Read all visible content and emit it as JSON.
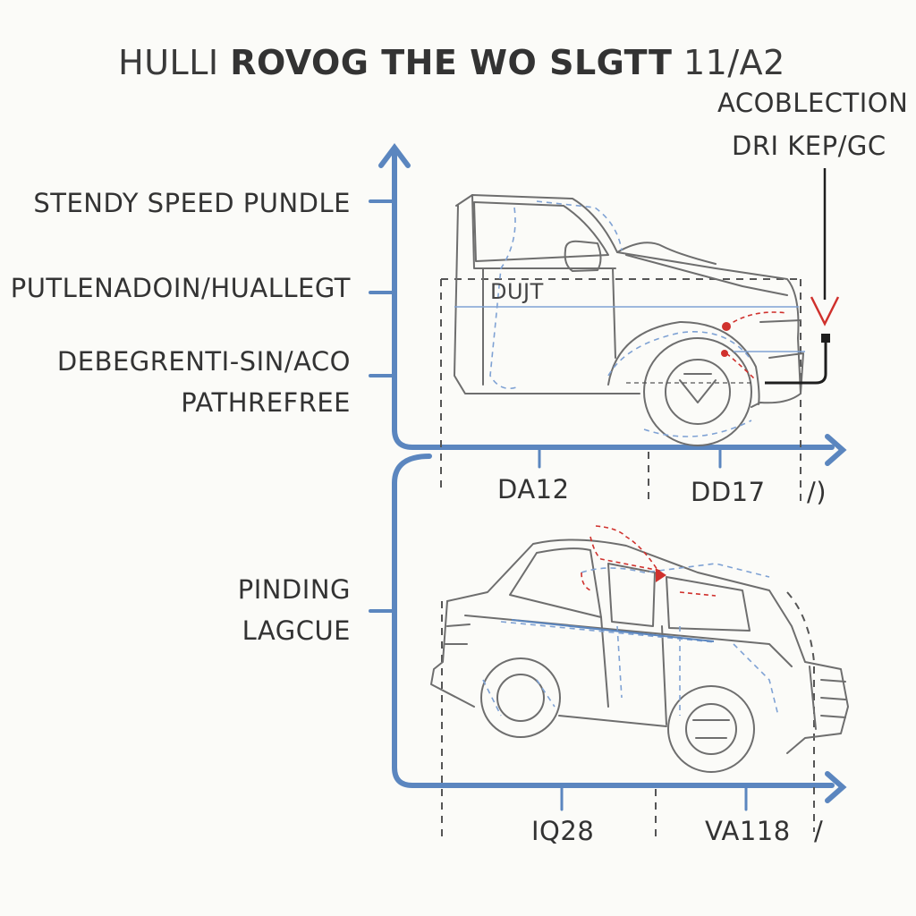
{
  "title": {
    "part1": "HULLI",
    "part2": "ROVOG THE WO SLGTT",
    "part3": "11/A2"
  },
  "callout": {
    "line1": "ACOBLECTION",
    "line2": "DRI KEP/GC"
  },
  "top_panel": {
    "y_labels": [
      "STENDY SPEED PUNDLE",
      "PUTLENADOIN/HUALLEGT",
      "DEBEGRENTI-SIN/ACO",
      "PATHREFREE"
    ],
    "x_labels": [
      "DA12",
      "DD17",
      "/)"
    ],
    "car_text": "DUJT"
  },
  "bottom_panel": {
    "y_labels": [
      "PINDING",
      "LAGCUE"
    ],
    "x_labels": [
      "IQ28",
      "VA118",
      "/"
    ]
  },
  "colors": {
    "axis": "#5b86bf",
    "sketch": "#6e6e6e",
    "accent_red": "#d0312d",
    "accent_blue": "#7fa2d4",
    "ink": "#2c2c2c"
  }
}
